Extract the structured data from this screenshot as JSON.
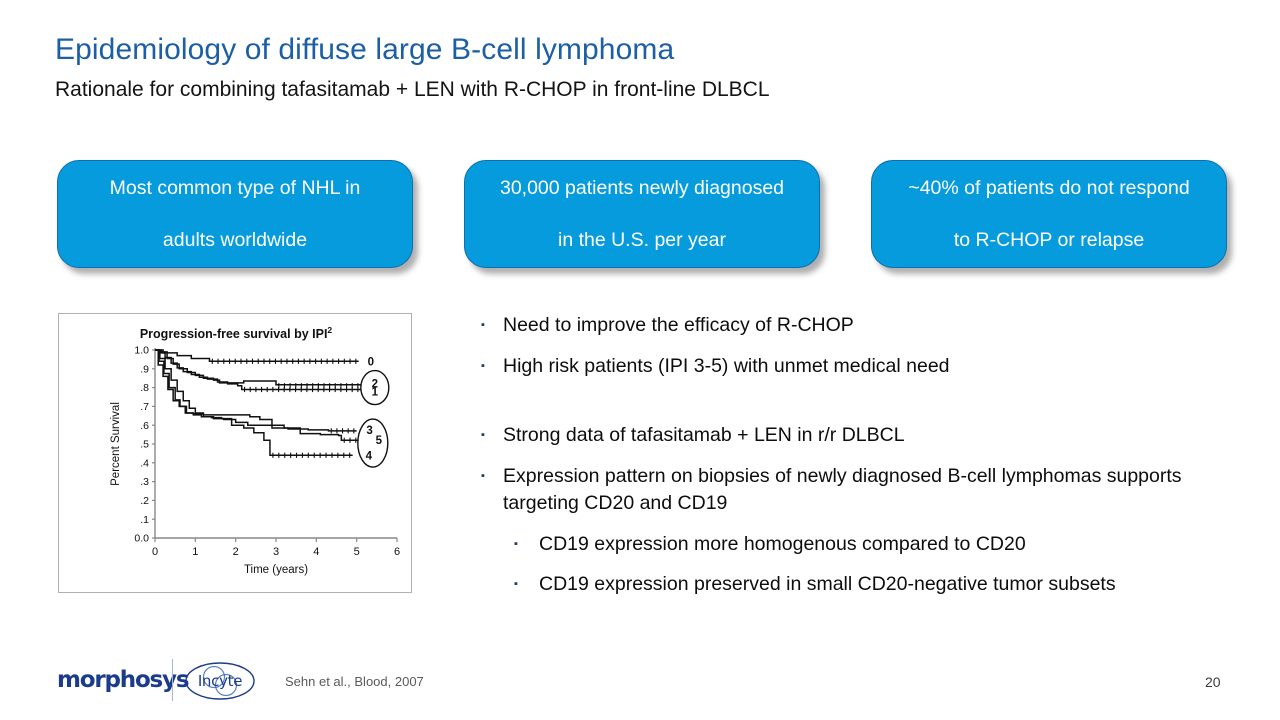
{
  "header": {
    "title": "Epidemiology of diffuse large B-cell lymphoma",
    "subtitle": "Rationale for combining tafasitamab + LEN with R-CHOP in front-line DLBCL",
    "title_color": "#1C5FA5"
  },
  "callouts": {
    "fill_color": "#059BDC",
    "border_color": "#0C6FAF",
    "text_color": "#FFFFFF",
    "items": [
      {
        "line1": "Most common type of NHL in",
        "line2": "adults worldwide"
      },
      {
        "line1": "30,000 patients newly diagnosed",
        "line2": "in the U.S. per year"
      },
      {
        "line1": "~40% of patients do not respond",
        "line2": "to R-CHOP or relapse"
      }
    ]
  },
  "bullets": [
    {
      "level": 1,
      "marker": "▪",
      "text": "Need to improve the efficacy of R-CHOP"
    },
    {
      "level": 1,
      "marker": "▪",
      "text": "High risk patients (IPI 3-5) with unmet medical need"
    },
    {
      "level": 0,
      "marker": "",
      "text": ""
    },
    {
      "level": 1,
      "marker": "▪",
      "text": "Strong data of tafasitamab + LEN in r/r DLBCL"
    },
    {
      "level": 1,
      "marker": "▪",
      "text": "Expression pattern on biopsies of newly diagnosed B-cell lymphomas supports targeting CD20 and CD19"
    },
    {
      "level": 2,
      "marker": "▪",
      "text": "CD19 expression more homogenous compared to CD20"
    },
    {
      "level": 2,
      "marker": "▪",
      "text": "CD19 expression preserved in small CD20-negative tumor subsets"
    }
  ],
  "footer": {
    "morphosys_logo": "morphosys",
    "incyte_logo": "Incyte",
    "citation": "Sehn et al., Blood, 2007",
    "page_number": "20"
  },
  "chart_data": {
    "type": "line",
    "title": "Progression-free survival by IPI",
    "title_superscript": "2",
    "xlabel": "Time (years)",
    "ylabel": "Percent Survival",
    "xlim": [
      0,
      6
    ],
    "ylim": [
      0.0,
      1.0
    ],
    "xticks": [
      "0",
      "1",
      "2",
      "3",
      "4",
      "5",
      "6"
    ],
    "yticks": [
      "0.0",
      ".1",
      ".2",
      ".3",
      ".4",
      ".5",
      ".6",
      ".7",
      ".8",
      ".9",
      "1.0"
    ],
    "grid": false,
    "legend_position": "right-inline",
    "annotations": [
      {
        "label": "0",
        "y": 0.94
      },
      {
        "label": "2",
        "y": 0.81
      },
      {
        "label": "1",
        "y": 0.79
      },
      {
        "label": "3",
        "y": 0.57
      },
      {
        "label": "5",
        "y": 0.52
      },
      {
        "label": "4",
        "y": 0.44
      }
    ],
    "series": [
      {
        "name": "IPI 0",
        "plateau": 0.94,
        "points": [
          [
            0,
            1.0
          ],
          [
            0.12,
            1.0
          ],
          [
            0.2,
            0.985
          ],
          [
            0.45,
            0.985
          ],
          [
            0.55,
            0.97
          ],
          [
            0.8,
            0.97
          ],
          [
            0.9,
            0.955
          ],
          [
            1.25,
            0.955
          ],
          [
            1.35,
            0.94
          ],
          [
            5.05,
            0.94
          ]
        ]
      },
      {
        "name": "IPI 1",
        "plateau": 0.79,
        "points": [
          [
            0,
            1.0
          ],
          [
            0.1,
            0.985
          ],
          [
            0.25,
            0.96
          ],
          [
            0.4,
            0.93
          ],
          [
            0.55,
            0.905
          ],
          [
            0.7,
            0.885
          ],
          [
            0.9,
            0.87
          ],
          [
            1.1,
            0.855
          ],
          [
            1.3,
            0.845
          ],
          [
            1.55,
            0.83
          ],
          [
            1.8,
            0.82
          ],
          [
            2.05,
            0.81
          ],
          [
            2.15,
            0.79
          ],
          [
            5.1,
            0.79
          ]
        ]
      },
      {
        "name": "IPI 2",
        "plateau": 0.81,
        "points": [
          [
            0,
            1.0
          ],
          [
            0.15,
            0.99
          ],
          [
            0.3,
            0.955
          ],
          [
            0.45,
            0.925
          ],
          [
            0.6,
            0.9
          ],
          [
            0.8,
            0.88
          ],
          [
            1.0,
            0.865
          ],
          [
            1.2,
            0.85
          ],
          [
            1.45,
            0.84
          ],
          [
            1.6,
            0.825
          ],
          [
            1.9,
            0.825
          ],
          [
            2.2,
            0.835
          ],
          [
            2.6,
            0.835
          ],
          [
            3.0,
            0.815
          ],
          [
            5.1,
            0.81
          ]
        ]
      },
      {
        "name": "IPI 3",
        "plateau": 0.57,
        "points": [
          [
            0,
            1.0
          ],
          [
            0.12,
            0.955
          ],
          [
            0.25,
            0.9
          ],
          [
            0.4,
            0.84
          ],
          [
            0.55,
            0.78
          ],
          [
            0.7,
            0.73
          ],
          [
            0.85,
            0.69
          ],
          [
            1.0,
            0.665
          ],
          [
            1.2,
            0.645
          ],
          [
            1.45,
            0.635
          ],
          [
            1.7,
            0.63
          ],
          [
            2.0,
            0.615
          ],
          [
            2.3,
            0.6
          ],
          [
            2.6,
            0.6
          ],
          [
            2.9,
            0.585
          ],
          [
            3.3,
            0.58
          ],
          [
            3.8,
            0.575
          ],
          [
            4.3,
            0.57
          ],
          [
            5.0,
            0.57
          ]
        ]
      },
      {
        "name": "IPI 4",
        "plateau": 0.44,
        "points": [
          [
            0,
            1.0
          ],
          [
            0.1,
            0.94
          ],
          [
            0.22,
            0.875
          ],
          [
            0.35,
            0.8
          ],
          [
            0.5,
            0.735
          ],
          [
            0.62,
            0.7
          ],
          [
            0.78,
            0.665
          ],
          [
            0.95,
            0.655
          ],
          [
            1.15,
            0.645
          ],
          [
            1.4,
            0.64
          ],
          [
            1.65,
            0.635
          ],
          [
            1.9,
            0.6
          ],
          [
            2.2,
            0.585
          ],
          [
            2.45,
            0.56
          ],
          [
            2.7,
            0.52
          ],
          [
            2.85,
            0.44
          ],
          [
            4.9,
            0.44
          ]
        ]
      },
      {
        "name": "IPI 5",
        "plateau": 0.52,
        "points": [
          [
            0,
            1.0
          ],
          [
            0.08,
            0.92
          ],
          [
            0.2,
            0.86
          ],
          [
            0.32,
            0.79
          ],
          [
            0.45,
            0.73
          ],
          [
            0.6,
            0.7
          ],
          [
            0.75,
            0.665
          ],
          [
            0.95,
            0.66
          ],
          [
            1.2,
            0.655
          ],
          [
            1.5,
            0.655
          ],
          [
            1.8,
            0.655
          ],
          [
            2.1,
            0.655
          ],
          [
            2.35,
            0.645
          ],
          [
            2.6,
            0.63
          ],
          [
            2.9,
            0.6
          ],
          [
            3.2,
            0.585
          ],
          [
            3.6,
            0.555
          ],
          [
            4.1,
            0.55
          ],
          [
            4.55,
            0.545
          ],
          [
            4.62,
            0.52
          ],
          [
            5.05,
            0.52
          ]
        ]
      }
    ]
  }
}
